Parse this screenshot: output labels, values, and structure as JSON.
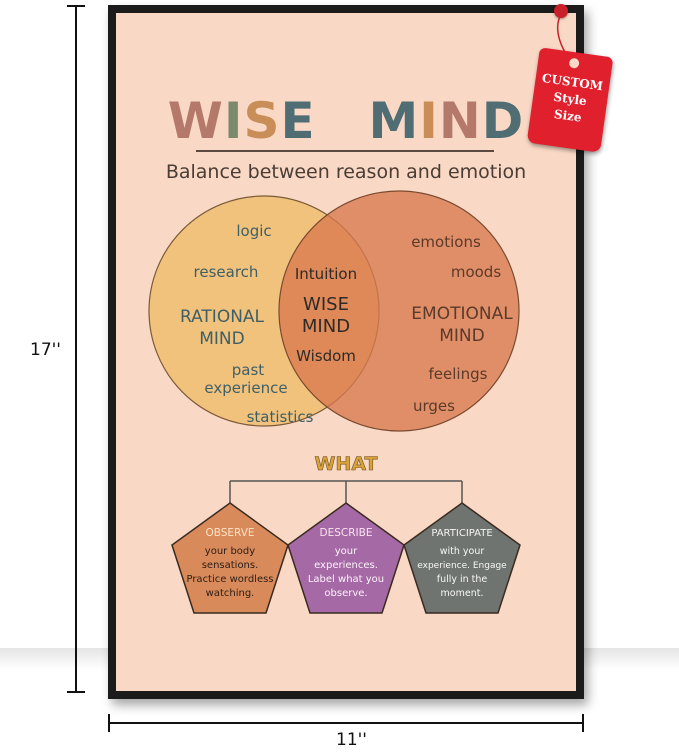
{
  "poster": {
    "title_parts": [
      "W",
      "I",
      "S",
      "E",
      "M",
      "I",
      "N",
      "D"
    ],
    "subtitle": "Balance between reason and emotion",
    "rational": {
      "label_line1": "RATIONAL",
      "label_line2": "MIND",
      "words": [
        "logic",
        "research",
        "past",
        "experience",
        "statistics"
      ]
    },
    "emotional": {
      "label_line1": "EMOTIONAL",
      "label_line2": "MIND",
      "words": [
        "emotions",
        "moods",
        "feelings",
        "urges"
      ]
    },
    "wise": {
      "label_line1": "WISE",
      "label_line2": "MIND",
      "words": [
        "Intuition",
        "Wisdom"
      ]
    },
    "what_label": "WHAT",
    "skills": [
      {
        "name": "OBSERVE",
        "lines": [
          "your body",
          "sensations.",
          "Practice wordless",
          "watching."
        ],
        "color": "#d98a5a"
      },
      {
        "name": "DESCRIBE",
        "lines": [
          "your",
          "experiences.",
          "Label what you",
          "observe."
        ],
        "color": "#a56aa6"
      },
      {
        "name": "PARTICIPATE",
        "lines": [
          "with your",
          "experience. Engage",
          "fully in the",
          "moment."
        ],
        "color": "#6f7470"
      }
    ]
  },
  "dimensions": {
    "height": "17''",
    "width": "11''"
  },
  "tag": {
    "line1": "CUSTOM",
    "line2": "Style",
    "line3": "Size"
  },
  "colors": {
    "poster_bg": "#f9d8c5",
    "rational_circle": "#f1c27c",
    "emotional_circle": "#d9794d",
    "overlap": "#d98b55",
    "title_w": "#b4796a",
    "title_i": "#7a8a6a",
    "title_s": "#c98e58",
    "title_e": "#4f6d72",
    "tag": "#e0202c"
  }
}
